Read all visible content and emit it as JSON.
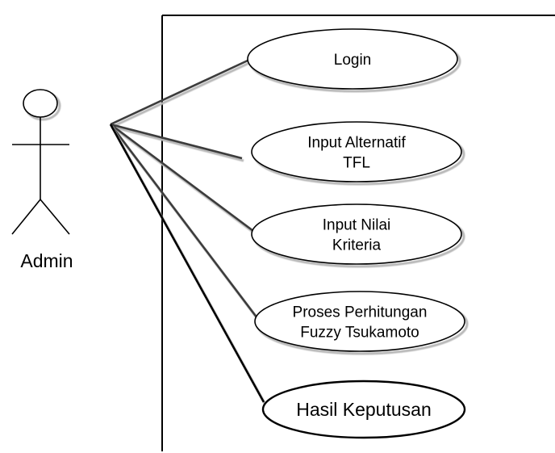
{
  "actor": {
    "label": "Admin"
  },
  "use_cases": [
    {
      "id": "login",
      "lines": [
        "Login"
      ]
    },
    {
      "id": "input-alternatif-tfl",
      "lines": [
        "Input Alternatif",
        "TFL"
      ]
    },
    {
      "id": "input-nilai-kriteria",
      "lines": [
        "Input Nilai",
        "Kriteria"
      ]
    },
    {
      "id": "proses-perhitungan-fuzzy-tsukamoto",
      "lines": [
        "Proses Perhitungan",
        "Fuzzy Tsukamoto"
      ]
    },
    {
      "id": "hasil-keputusan",
      "lines": [
        "Hasil Keputusan"
      ]
    }
  ],
  "colors": {
    "stroke": "#000000",
    "association": "#3c3c3c",
    "shadow": "#b8b8b8",
    "fill": "#ffffff"
  }
}
